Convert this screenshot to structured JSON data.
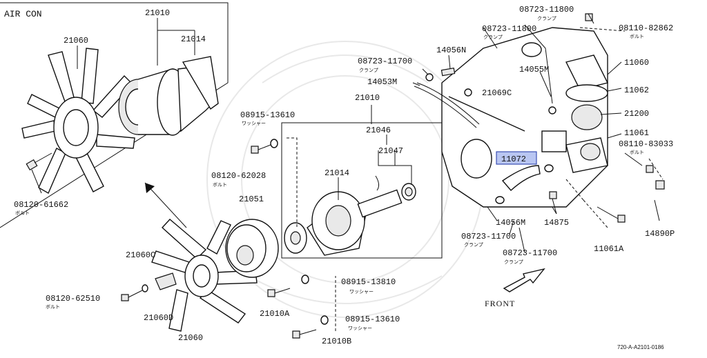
{
  "inset": {
    "title": "AIR CON"
  },
  "labels": {
    "p21010_top": "21010",
    "p21060_top": "21060",
    "p21014_top": "21014",
    "p08120_61662": "08120-61662",
    "p08120_61662_sub": "ボルト",
    "p08915_13610_a": "08915-13610",
    "p08915_13610_a_sub": "ワッシャー",
    "p21010_mid": "21010",
    "p21046": "21046",
    "p21047": "21047",
    "p21014_mid": "21014",
    "p08120_62028": "08120-62028",
    "p08120_62028_sub": "ボルト",
    "p21051": "21051",
    "p21060C": "21060C",
    "p08120_62510": "08120-62510",
    "p08120_62510_sub": "ボルト",
    "p21060D": "21060D",
    "p21060_bot": "21060",
    "p21010A": "21010A",
    "p08915_13810": "08915-13810",
    "p08915_13810_sub": "ワッシャー",
    "p08915_13610_b": "08915-13610",
    "p08915_13610_b_sub": "ワッシャー",
    "p21010B": "21010B",
    "p08723_11700_a": "08723-11700",
    "p08723_11700_a_sub": "クランプ",
    "p14056N": "14056N",
    "p14053M": "14053M",
    "p21069C": "21069C",
    "p08723_11800_a": "08723-11800",
    "p08723_11800_a_sub": "クランプ",
    "p08723_11800_b": "08723-11800",
    "p08723_11800_b_sub": "クランプ",
    "p08110_82862": "08110-82862",
    "p08110_82862_sub": "ボルト",
    "p14055M": "14055M",
    "p11060": "11060",
    "p11062": "11062",
    "p21200": "21200",
    "p11061": "11061",
    "p08110_83033": "08110-83033",
    "p08110_83033_sub": "ボルト",
    "p11072": "11072",
    "p14056M": "14056M",
    "p14875": "14875",
    "p14890P": "14890P",
    "p08723_11700_b": "08723-11700",
    "p08723_11700_b_sub": "クランプ",
    "p08723_11700_c": "08723-11700",
    "p08723_11700_c_sub": "クランプ",
    "p11061A": "11061A",
    "front": "FRONT",
    "code": "720-A-A2101-0186"
  },
  "colors": {
    "highlight": "#b9c6f2",
    "highlight_stroke": "#3b4fb3",
    "ink": "#111111"
  }
}
